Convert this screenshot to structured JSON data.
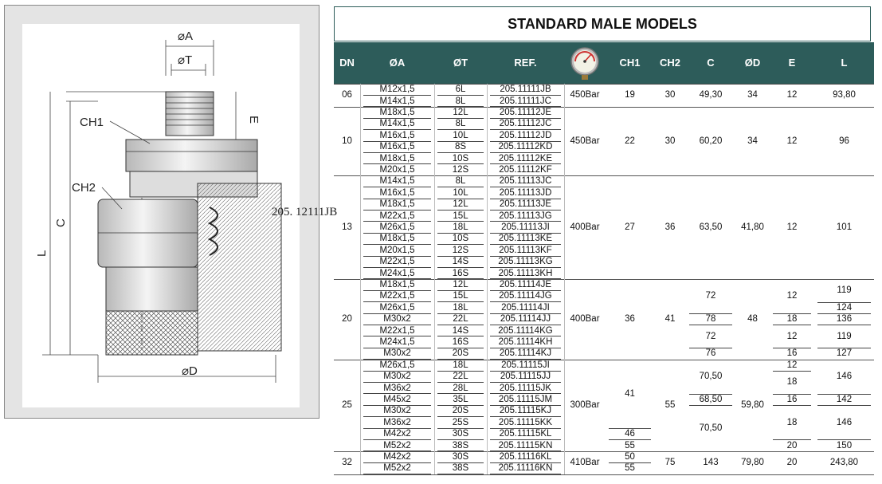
{
  "title": "STANDARD MALE MODELS",
  "drawing": {
    "labels": {
      "a": "⌀A",
      "t": "⌀T",
      "e": "E",
      "ch1": "CH1",
      "ch2": "CH2",
      "l": "L",
      "c": "C",
      "d": "⌀D"
    },
    "stamp": "205. 12111JB"
  },
  "columns": [
    "DN",
    "ØA",
    "ØT",
    "REF.",
    "",
    "CH1",
    "CH2",
    "C",
    "ØD",
    "E",
    "L"
  ],
  "gauge_icon": "pressure-gauge-icon",
  "colors": {
    "header_bg": "#2d5c5a",
    "header_text": "#ffffff",
    "gauge_face": "#f2f2e6",
    "gauge_needle": "#cc2222"
  },
  "rows": [
    {
      "a": "M12x1,5",
      "t": "6L",
      "ref": "205.11111JB"
    },
    {
      "a": "M14x1,5",
      "t": "8L",
      "ref": "205.11111JC"
    },
    {
      "a": "M18x1,5",
      "t": "12L",
      "ref": "205.11112JE"
    },
    {
      "a": "M14x1,5",
      "t": "8L",
      "ref": "205.11112JC"
    },
    {
      "a": "M16x1,5",
      "t": "10L",
      "ref": "205.11112JD"
    },
    {
      "a": "M16x1,5",
      "t": "8S",
      "ref": "205.11112KD"
    },
    {
      "a": "M18x1,5",
      "t": "10S",
      "ref": "205.11112KE"
    },
    {
      "a": "M20x1,5",
      "t": "12S",
      "ref": "205.11112KF"
    },
    {
      "a": "M14x1,5",
      "t": "8L",
      "ref": "205.11113JC"
    },
    {
      "a": "M16x1,5",
      "t": "10L",
      "ref": "205.11113JD"
    },
    {
      "a": "M18x1,5",
      "t": "12L",
      "ref": "205.11113JE"
    },
    {
      "a": "M22x1,5",
      "t": "15L",
      "ref": "205.11113JG"
    },
    {
      "a": "M26x1,5",
      "t": "18L",
      "ref": "205.11113JI"
    },
    {
      "a": "M18x1,5",
      "t": "10S",
      "ref": "205.11113KE"
    },
    {
      "a": "M20x1,5",
      "t": "12S",
      "ref": "205.11113KF"
    },
    {
      "a": "M22x1,5",
      "t": "14S",
      "ref": "205.11113KG"
    },
    {
      "a": "M24x1,5",
      "t": "16S",
      "ref": "205.11113KH"
    },
    {
      "a": "M18x1,5",
      "t": "12L",
      "ref": "205.11114JE"
    },
    {
      "a": "M22x1,5",
      "t": "15L",
      "ref": "205.11114JG"
    },
    {
      "a": "M26x1,5",
      "t": "18L",
      "ref": "205.11114JI"
    },
    {
      "a": "M30x2",
      "t": "22L",
      "ref": "205.11114JJ"
    },
    {
      "a": "M22x1,5",
      "t": "14S",
      "ref": "205.11114KG"
    },
    {
      "a": "M24x1,5",
      "t": "16S",
      "ref": "205.11114KH"
    },
    {
      "a": "M30x2",
      "t": "20S",
      "ref": "205.11114KJ"
    },
    {
      "a": "M26x1,5",
      "t": "18L",
      "ref": "205.11115JI"
    },
    {
      "a": "M30x2",
      "t": "22L",
      "ref": "205.11115JJ"
    },
    {
      "a": "M36x2",
      "t": "28L",
      "ref": "205.11115JK"
    },
    {
      "a": "M45x2",
      "t": "35L",
      "ref": "205.11115JM"
    },
    {
      "a": "M30x2",
      "t": "20S",
      "ref": "205.11115KJ"
    },
    {
      "a": "M36x2",
      "t": "25S",
      "ref": "205.11115KK"
    },
    {
      "a": "M42x2",
      "t": "30S",
      "ref": "205.11115KL"
    },
    {
      "a": "M52x2",
      "t": "38S",
      "ref": "205.11115KN"
    },
    {
      "a": "M42x2",
      "t": "30S",
      "ref": "205.11116KL"
    },
    {
      "a": "M52x2",
      "t": "38S",
      "ref": "205.11116KN"
    }
  ],
  "groups": [
    {
      "dn": "06",
      "pressure": "450Bar",
      "ch1": "19",
      "ch2": "30",
      "c": "49,30",
      "d": "34",
      "e": "12",
      "l": "93,80",
      "start": 0,
      "end": 1
    },
    {
      "dn": "10",
      "pressure": "450Bar",
      "ch1": "22",
      "ch2": "30",
      "c": "60,20",
      "d": "34",
      "e": "12",
      "l": "96",
      "start": 2,
      "end": 7
    },
    {
      "dn": "13",
      "pressure": "400Bar",
      "ch1": "27",
      "ch2": "36",
      "c": "63,50",
      "d": "41,80",
      "e": "12",
      "l": "101",
      "start": 8,
      "end": 16
    },
    {
      "dn": "20",
      "pressure": "400Bar",
      "ch1": "36",
      "ch2": "41",
      "d": "48",
      "start": 17,
      "end": 23
    },
    {
      "dn": "25",
      "pressure": "300Bar",
      "ch2": "55",
      "d": "59,80",
      "start": 24,
      "end": 31
    },
    {
      "dn": "32",
      "pressure": "410Bar",
      "ch2": "75",
      "c": "143",
      "d": "79,80",
      "e": "20",
      "l": "243,80",
      "start": 32,
      "end": 33
    }
  ],
  "spans": [
    {
      "col": "c",
      "start": 17,
      "end": 19,
      "v": "72"
    },
    {
      "col": "c",
      "start": 20,
      "end": 20,
      "v": "78"
    },
    {
      "col": "c",
      "start": 21,
      "end": 22,
      "v": "72"
    },
    {
      "col": "c",
      "start": 23,
      "end": 23,
      "v": "76"
    },
    {
      "col": "e",
      "start": 17,
      "end": 19,
      "v": "12"
    },
    {
      "col": "e",
      "start": 20,
      "end": 20,
      "v": "18"
    },
    {
      "col": "e",
      "start": 21,
      "end": 22,
      "v": "12"
    },
    {
      "col": "e",
      "start": 23,
      "end": 23,
      "v": "16"
    },
    {
      "col": "l",
      "start": 17,
      "end": 18,
      "v": "119"
    },
    {
      "col": "l",
      "start": 19,
      "end": 19,
      "v": "124"
    },
    {
      "col": "l",
      "start": 20,
      "end": 20,
      "v": "136"
    },
    {
      "col": "l",
      "start": 21,
      "end": 22,
      "v": "119"
    },
    {
      "col": "l",
      "start": 23,
      "end": 23,
      "v": "127"
    },
    {
      "col": "ch1",
      "start": 24,
      "end": 29,
      "v": "41"
    },
    {
      "col": "ch1",
      "start": 30,
      "end": 30,
      "v": "46"
    },
    {
      "col": "ch1",
      "start": 31,
      "end": 31,
      "v": "55"
    },
    {
      "col": "c",
      "start": 24,
      "end": 26,
      "v": "70,50"
    },
    {
      "col": "c",
      "start": 27,
      "end": 27,
      "v": "68,50"
    },
    {
      "col": "c",
      "start": 28,
      "end": 31,
      "v": "70,50"
    },
    {
      "col": "e",
      "start": 24,
      "end": 24,
      "v": "12"
    },
    {
      "col": "e",
      "start": 25,
      "end": 26,
      "v": "18"
    },
    {
      "col": "e",
      "start": 27,
      "end": 27,
      "v": "16"
    },
    {
      "col": "e",
      "start": 28,
      "end": 30,
      "v": "18"
    },
    {
      "col": "e",
      "start": 31,
      "end": 31,
      "v": "20"
    },
    {
      "col": "l",
      "start": 24,
      "end": 26,
      "v": "146"
    },
    {
      "col": "l",
      "start": 27,
      "end": 27,
      "v": "142"
    },
    {
      "col": "l",
      "start": 28,
      "end": 30,
      "v": "146"
    },
    {
      "col": "l",
      "start": 31,
      "end": 31,
      "v": "150"
    },
    {
      "col": "ch1",
      "start": 32,
      "end": 32,
      "v": "50"
    },
    {
      "col": "ch1",
      "start": 33,
      "end": 33,
      "v": "55"
    }
  ]
}
